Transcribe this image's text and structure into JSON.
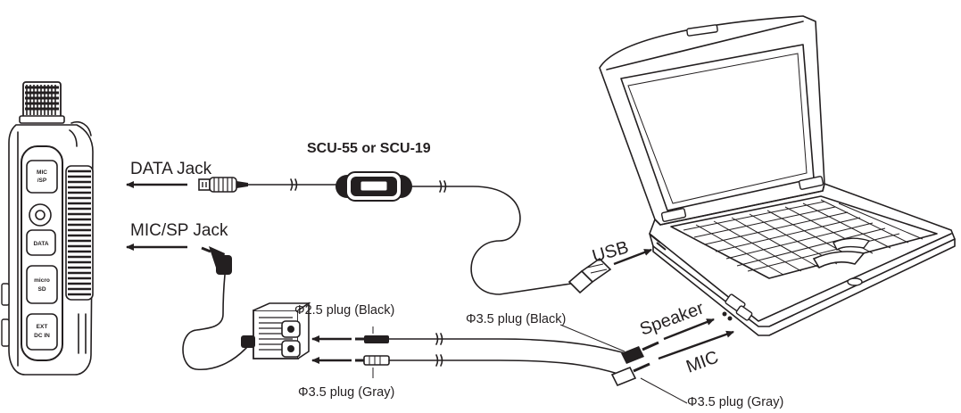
{
  "title": "SCU-55 or SCU-19",
  "labels": {
    "data_jack": "DATA Jack",
    "micsp_jack": "MIC/SP Jack",
    "usb": "USB",
    "speaker": "Speaker",
    "mic": "MIC",
    "plug_25_black": "Φ2.5 plug (Black)",
    "plug_35_black": "Φ3.5 plug (Black)",
    "plug_35_gray_left": "Φ3.5 plug (Gray)",
    "plug_35_gray_right": "Φ3.5 plug (Gray)"
  },
  "radio_buttons": {
    "mic_sp": [
      "MIC",
      "/SP"
    ],
    "data": "DATA",
    "microsd": [
      "micro",
      "SD"
    ],
    "ext_dc": [
      "EXT",
      "DC IN"
    ]
  }
}
